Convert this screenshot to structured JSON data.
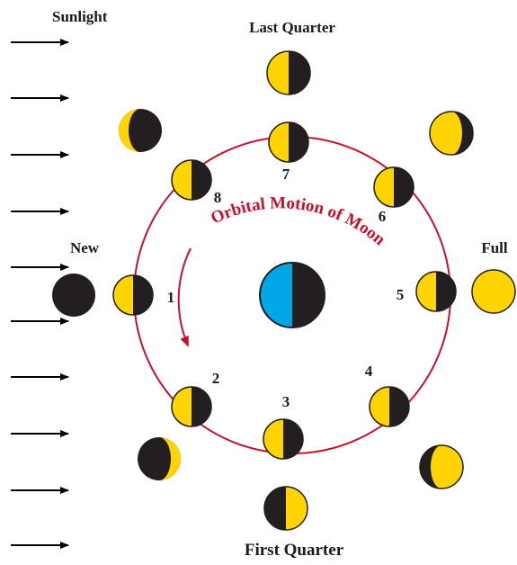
{
  "labels": {
    "sunlight": "Sunlight",
    "last_quarter": "Last Quarter",
    "first_quarter": "First Quarter",
    "new": "New",
    "full": "Full",
    "orbital_motion": "Orbital Motion of Moon"
  },
  "positions": [
    "1",
    "2",
    "3",
    "4",
    "5",
    "6",
    "7",
    "8"
  ],
  "colors": {
    "moon_lit": "#ffd400",
    "moon_dark": "#231f20",
    "earth_ocean": "#00a6e6",
    "orbit": "#c8102e",
    "arrow": "#000000"
  }
}
